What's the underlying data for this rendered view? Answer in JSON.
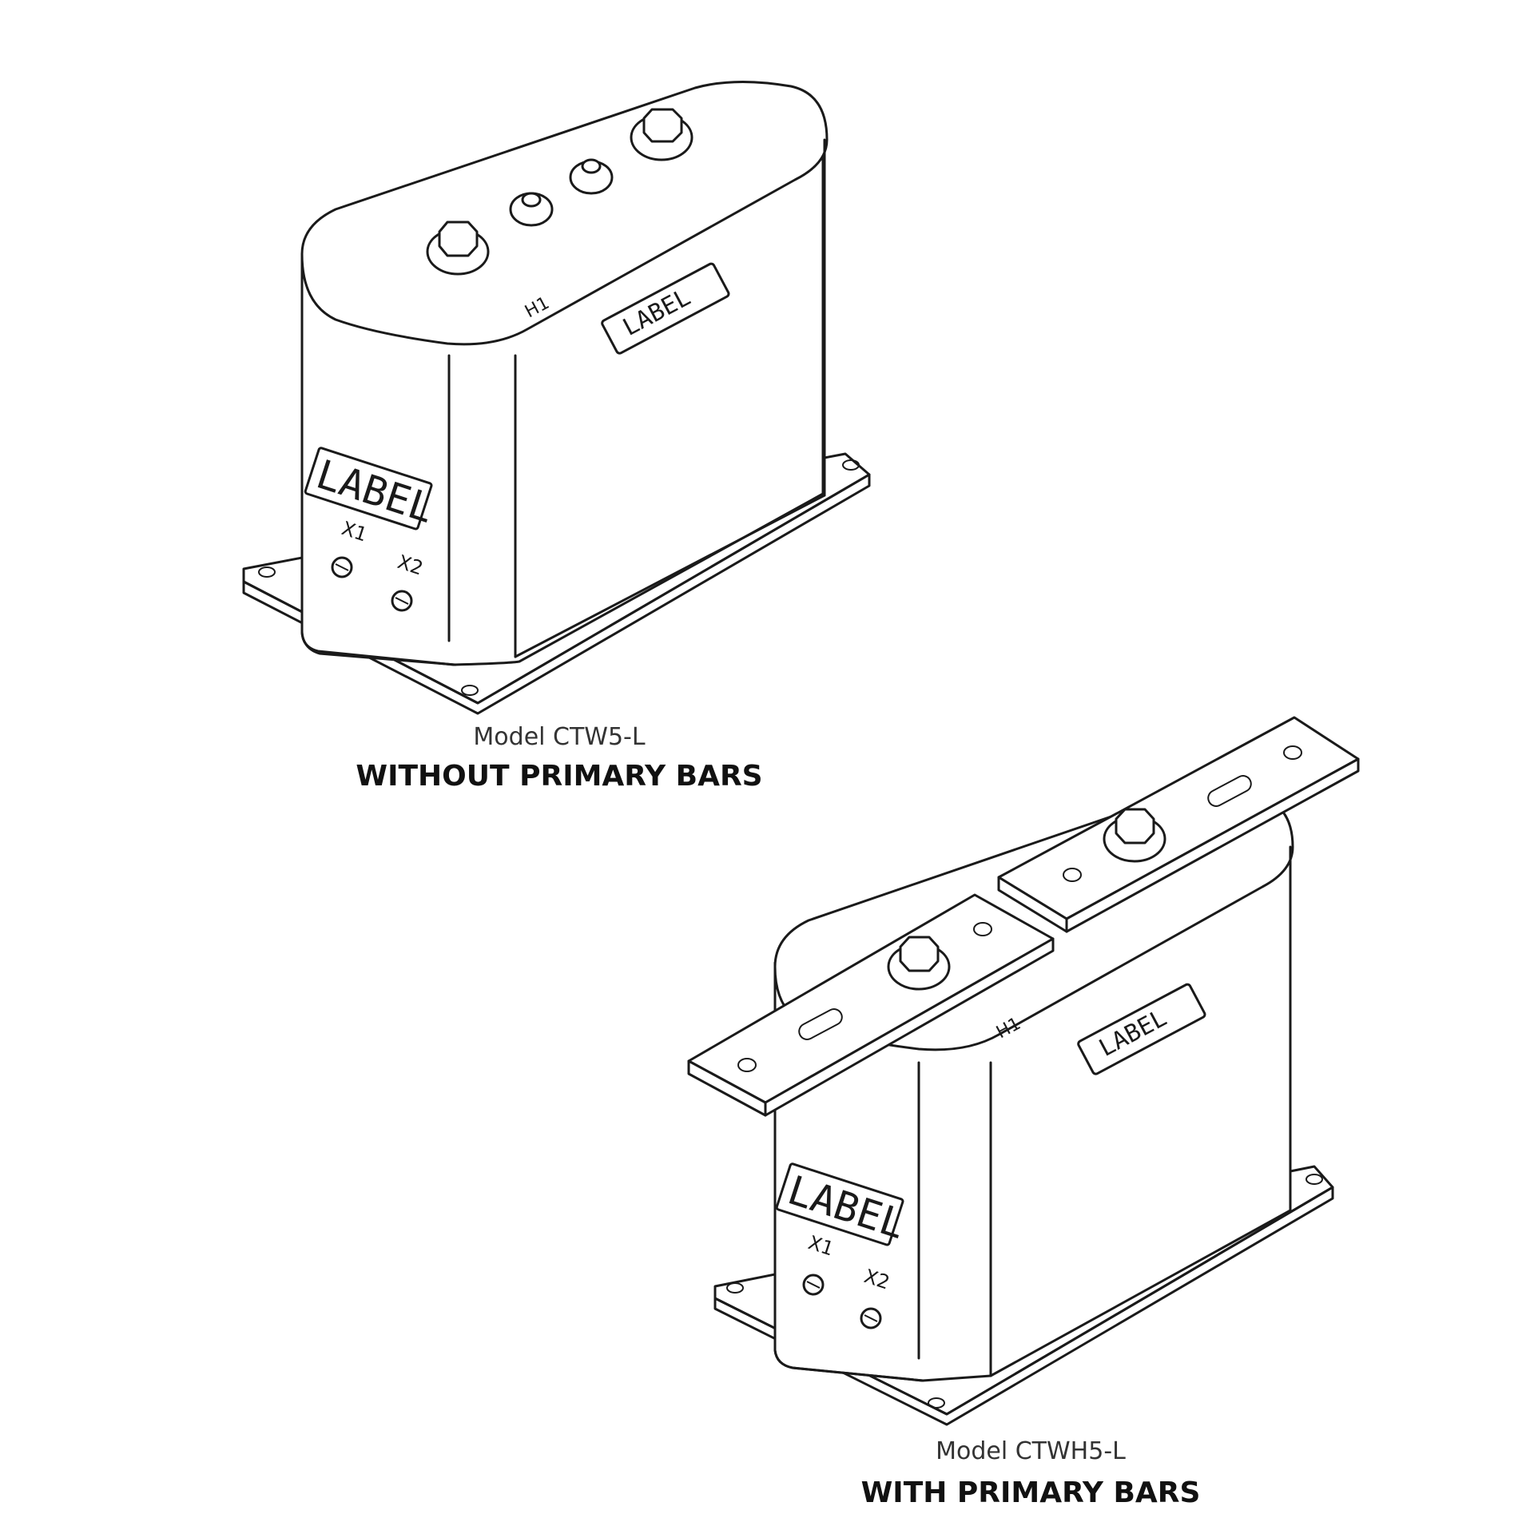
{
  "figure_a": {
    "model": "Model CTW5-L",
    "description": "WITHOUT PRIMARY BARS",
    "top_label": "LABEL",
    "front_label": "LABEL",
    "terminal_h1": "H1",
    "terminal_x1": "X1",
    "terminal_x2": "X2"
  },
  "figure_b": {
    "model": "Model CTWH5-L",
    "description": "WITH PRIMARY BARS",
    "top_label": "LABEL",
    "front_label": "LABEL",
    "terminal_h1": "H1",
    "terminal_x1": "X1",
    "terminal_x2": "X2"
  }
}
